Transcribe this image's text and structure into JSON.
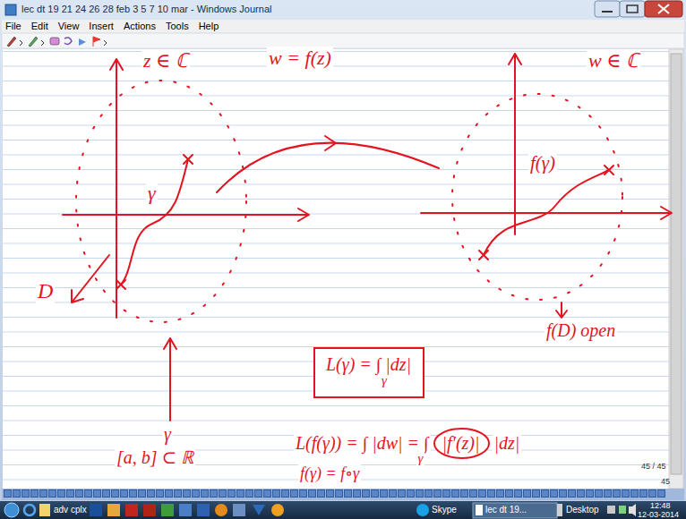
{
  "diagram": {
    "nodes": [
      {
        "text": [
          "L(γ) = ∫ |dz|",
          "γ"
        ]
      },
      {
        "text": [
          "|f′(z)|"
        ]
      }
    ],
    "labels": [
      "lec dt 19 21 24 26 28 feb 3 5 7 10 mar - Windows Journal",
      "File",
      "Edit",
      "View",
      "Insert",
      "Actions",
      "Tools",
      "Help",
      "z ∈ ℂ",
      "w = f(z)",
      "w ∈ ℂ",
      "γ",
      "f(γ)",
      "D",
      "γ",
      "[a, b] ⊂ ℝ",
      "f(D) open",
      "L(f(γ)) = ∫ |dw| = ∫",
      "|dz|",
      "γ",
      "f(γ) = f∘γ",
      "45 / 45",
      "45",
      "adv cplx",
      "Skype",
      "lec dt 19...",
      "Desktop",
      "12:48",
      "12-03-2014"
    ]
  }
}
